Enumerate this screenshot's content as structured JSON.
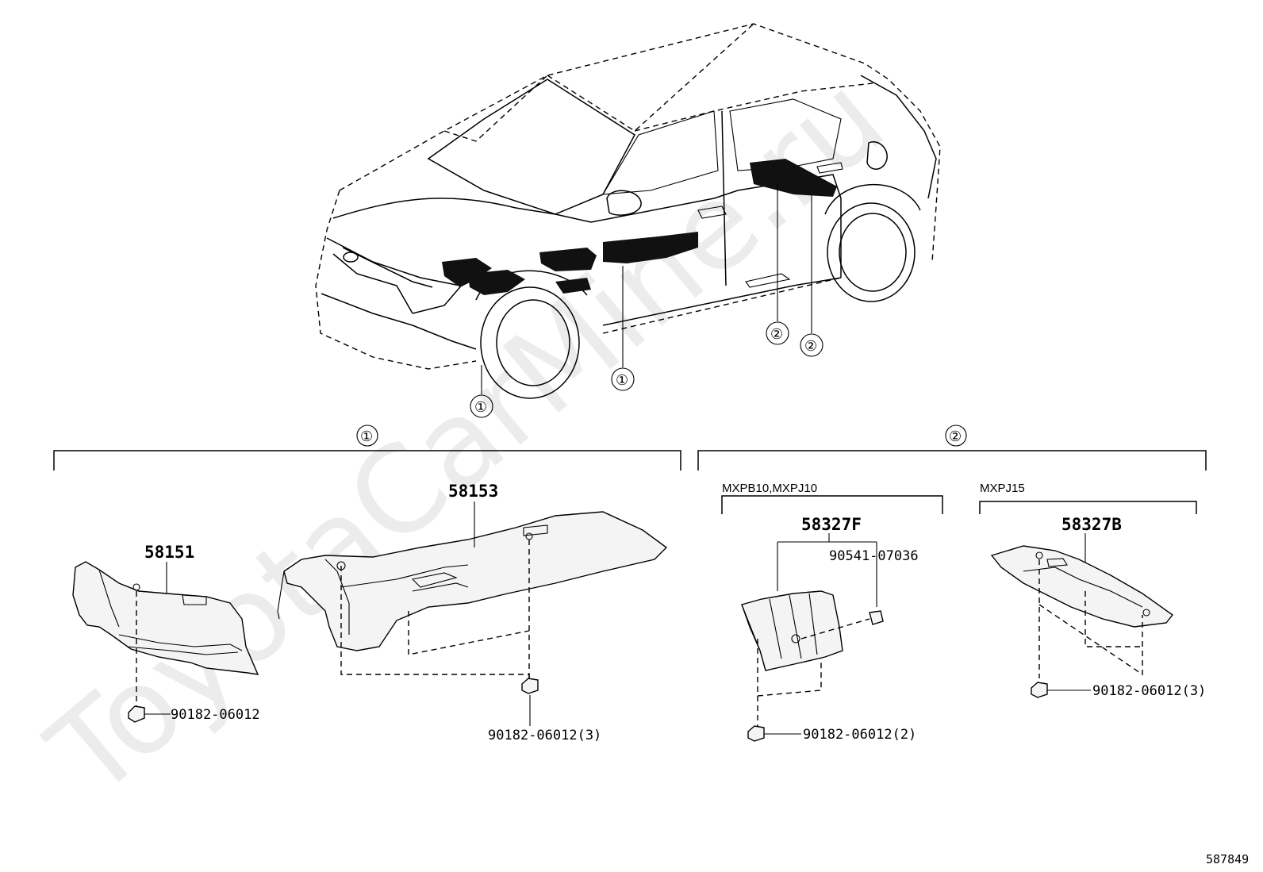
{
  "watermark": "ToyotaCarMine.ru",
  "figure_number": "587849",
  "callout_1": "①",
  "callout_2": "②",
  "groups": {
    "group_1": {
      "label": "①",
      "parts": {
        "p58151": "58151",
        "p58153": "58153",
        "clip_a": "90182-06012",
        "clip_b": "90182-06012(3)"
      }
    },
    "group_2": {
      "label": "②",
      "variant_a": {
        "models": "MXPB10,MXPJ10",
        "main": "58327F",
        "nut": "90541-07036",
        "clip": "90182-06012(2)"
      },
      "variant_b": {
        "models": "MXPJ15",
        "main": "58327B",
        "clip": "90182-06012(3)"
      }
    }
  }
}
